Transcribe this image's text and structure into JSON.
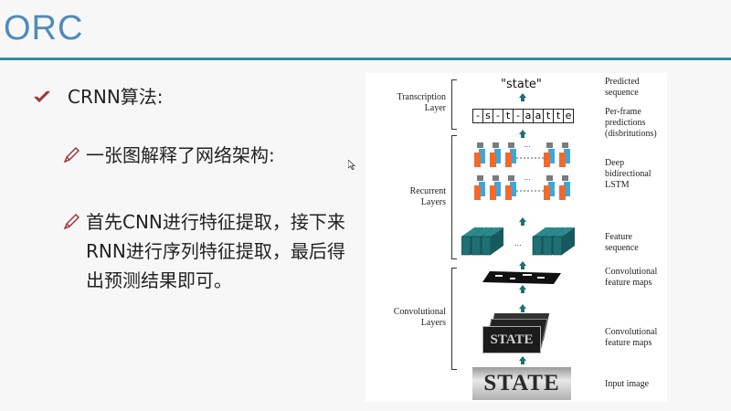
{
  "slide": {
    "title": "ORC",
    "bullets": [
      {
        "icon": "checkmark-icon",
        "text": "CRNN算法:"
      },
      {
        "icon": "pencil-icon",
        "text": "一张图解释了网络架构:"
      },
      {
        "icon": "pencil-icon",
        "lines": [
          "首先CNN进行特征提取，接下来",
          "RNN进行序列特征提取，最后得",
          "出预测结果即可。"
        ]
      }
    ]
  },
  "diagram": {
    "output_text": "\"state\"",
    "frame_chars": [
      "-",
      "s",
      "-",
      "t",
      "-",
      "a",
      "a",
      "t",
      "t",
      "e"
    ],
    "ellipsis": "...",
    "input_word": "STATE",
    "left_labels": {
      "transcription": [
        "Transcription",
        "Layer"
      ],
      "recurrent": [
        "Recurrent",
        "Layers"
      ],
      "convolutional": [
        "Convolutional",
        "Layers"
      ]
    },
    "right_labels": {
      "predicted": [
        "Predicted",
        "sequence"
      ],
      "per_frame": [
        "Per-frame",
        "predictions",
        "(disbritutions)"
      ],
      "lstm": [
        "Deep",
        "bidirectional",
        "LSTM"
      ],
      "feature_seq": [
        "Feature",
        "sequence"
      ],
      "conv_maps_top": [
        "Convolutional",
        "feature maps"
      ],
      "conv_maps_bottom": [
        "Convolutional",
        "feature maps"
      ],
      "input": [
        "Input image"
      ]
    },
    "colors": {
      "teal": "#1f6f73",
      "orange": "#f06a2e",
      "blue": "#3aa8dc",
      "gray": "#7b7b7b"
    }
  }
}
